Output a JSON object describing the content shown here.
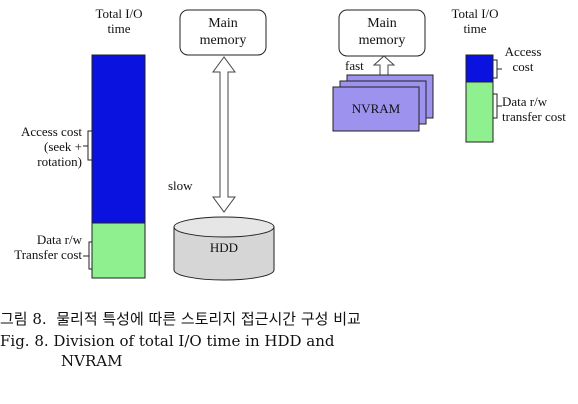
{
  "left": {
    "title": "Total I/O\ntime",
    "memory": "Main\nmemory",
    "link": "slow",
    "disk": "HDD",
    "access": "Access cost\n(seek +\nrotation)",
    "transfer": "Data r/w\nTransfer cost",
    "access_color": "#0a12e0",
    "transfer_color": "#8ef08e"
  },
  "right": {
    "title": "Total I/O\ntime",
    "memory": "Main\nmemory",
    "link": "fast",
    "device": "NVRAM",
    "access": "Access\ncost",
    "transfer": "Data r/w\ntransfer cost",
    "device_color": "#9d93ee",
    "access_color": "#0a12e0",
    "transfer_color": "#8ef08e"
  },
  "caption": {
    "korean": "그림 8.  물리적 특성에 따른 스토리지 접근시간 구성 비교",
    "english_1": "Fig. 8. Division of total I/O time in HDD and",
    "english_2": "NVRAM"
  }
}
